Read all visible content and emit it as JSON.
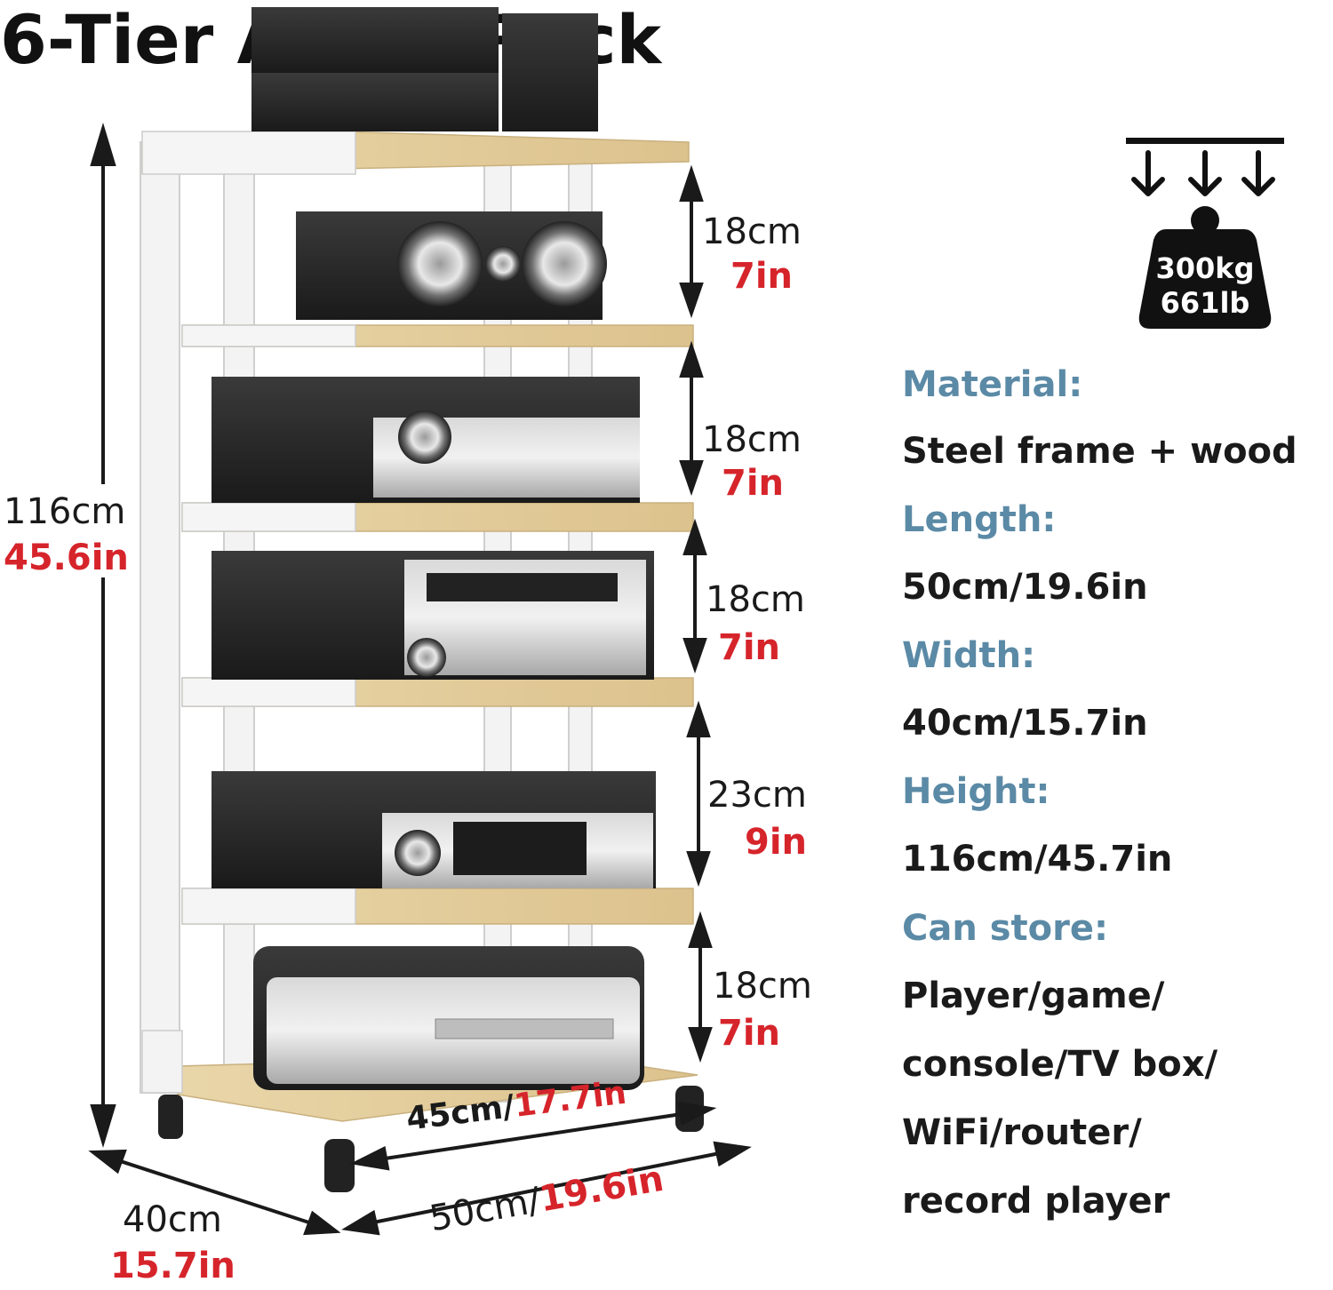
{
  "title": "6-Tier Audio Rack",
  "load": {
    "kg": "300kg",
    "lb": "661lb",
    "icon": "weight-load-icon"
  },
  "specs": [
    {
      "label": "Material:",
      "value": [
        "Steel frame + wood"
      ]
    },
    {
      "label": "Length:",
      "value": [
        "50cm/19.6in"
      ]
    },
    {
      "label": "Width:",
      "value": [
        "40cm/15.7in"
      ]
    },
    {
      "label": "Height:",
      "value": [
        "116cm/45.7in"
      ]
    },
    {
      "label": "Can store:",
      "value": [
        "Player/game/",
        "console/TV box/",
        "WiFi/router/",
        "record player"
      ]
    }
  ],
  "dimensions": {
    "total_height": {
      "cm": "116cm",
      "in": "45.6in"
    },
    "tier_gaps": [
      {
        "cm": "18cm",
        "in": "7in"
      },
      {
        "cm": "18cm",
        "in": "7in"
      },
      {
        "cm": "18cm",
        "in": "7in"
      },
      {
        "cm": "23cm",
        "in": "9in"
      },
      {
        "cm": "18cm",
        "in": "7in"
      }
    ],
    "depth": {
      "cm": "40cm",
      "in": "15.7in"
    },
    "inner_width": {
      "cm": "45cm/",
      "in": "17.7in"
    },
    "outer_width": {
      "cm": "50cm/",
      "in": "19.6in"
    }
  },
  "colors": {
    "label_blue": "#5b8aa6",
    "accent_red": "#d6242b",
    "wood": "#e7d2a4",
    "frame": "#f2f2f2"
  }
}
